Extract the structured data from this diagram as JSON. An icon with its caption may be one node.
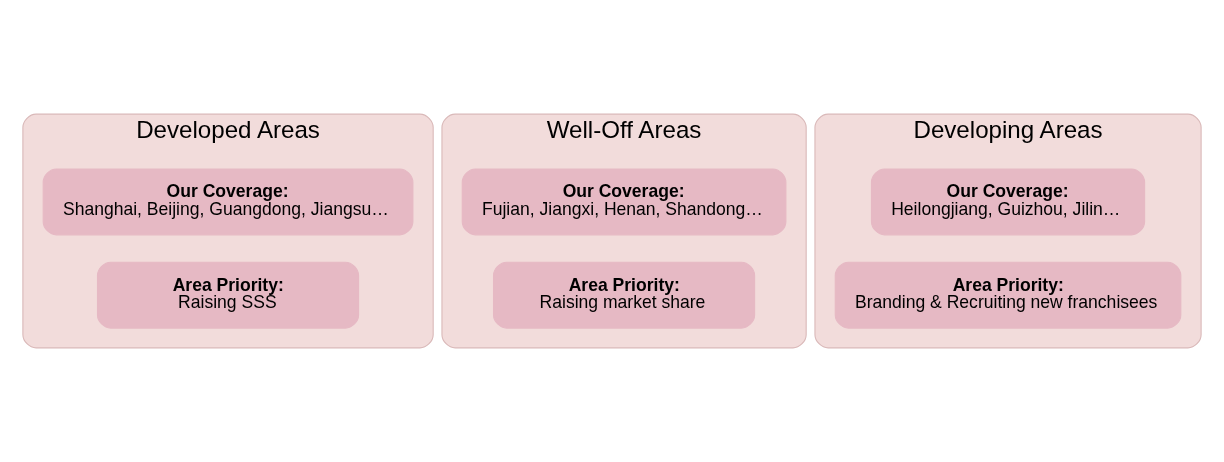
{
  "diagram": {
    "nodes": [
      {
        "text": [
          "Developed Areas"
        ]
      },
      {
        "text": [
          "Our Coverage:",
          "Shanghai, Beijing, Guangdong, Jiangsu…"
        ],
        "in": 0
      },
      {
        "text": [
          "Area Priority:",
          "Raising SSS"
        ],
        "in": 0
      },
      {
        "text": [
          "Well-Off Areas"
        ]
      },
      {
        "text": [
          "Our Coverage:",
          "Fujian, Jiangxi, Henan, Shandong…"
        ],
        "in": 3
      },
      {
        "text": [
          "Area Priority:",
          "Raising market share"
        ],
        "in": 3
      },
      {
        "text": [
          "Developing Areas"
        ]
      },
      {
        "text": [
          "Our Coverage:",
          "Heilongjiang, Guizhou, Jilin…"
        ],
        "in": 6
      },
      {
        "text": [
          "Area Priority:",
          "Branding & Recruiting new franchisees"
        ],
        "in": 6
      }
    ],
    "edges": []
  }
}
